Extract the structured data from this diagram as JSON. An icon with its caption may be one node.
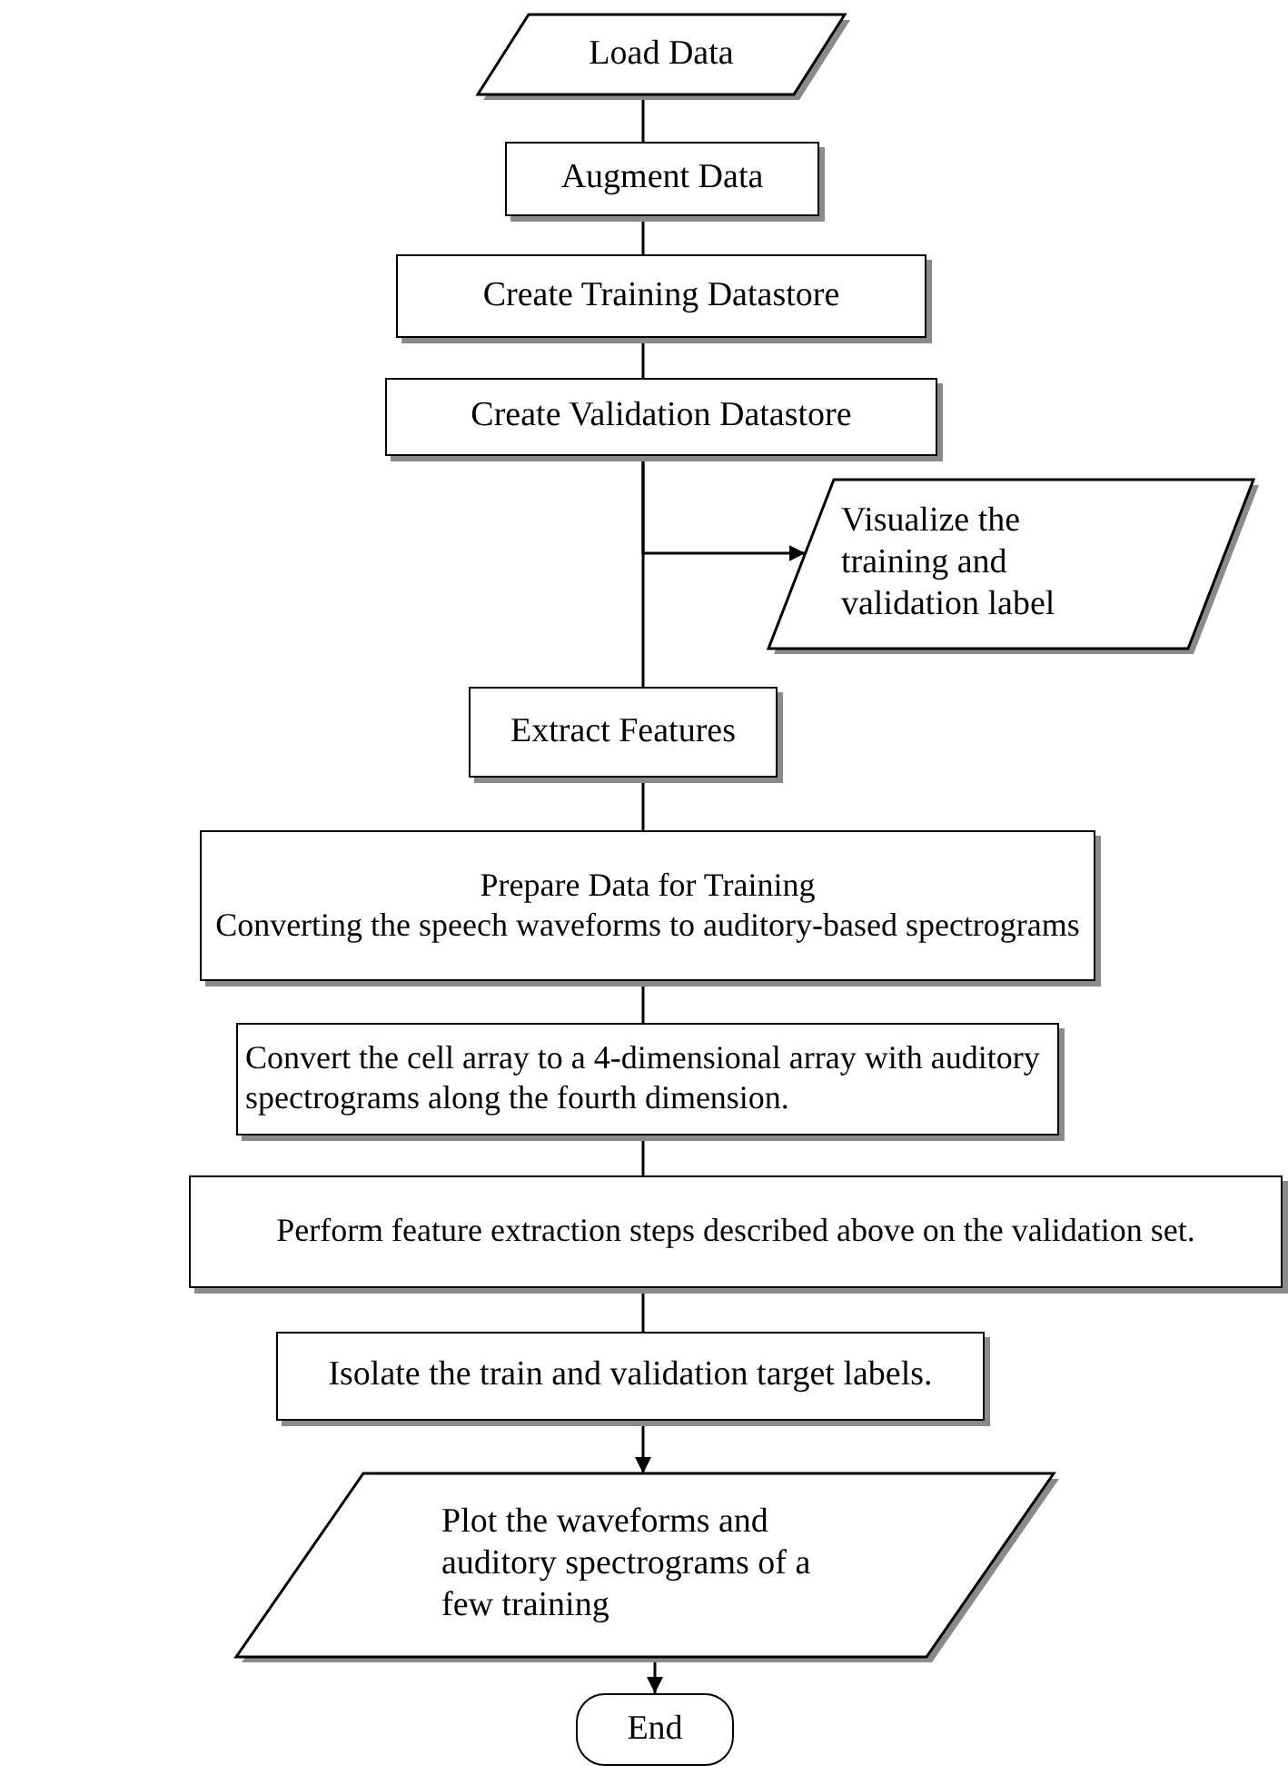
{
  "diagram": {
    "nodes": [
      {
        "text": [
          "Load Data"
        ]
      },
      {
        "text": [
          "Augment Data"
        ]
      },
      {
        "text": [
          "Create Training Datastore"
        ]
      },
      {
        "text": [
          "Create Validation Datastore"
        ]
      },
      {
        "text": [
          "Visualize the training and validation label"
        ]
      },
      {
        "text": [
          "Extract Features"
        ]
      },
      {
        "text": [
          "Prepare Data for Training",
          "Converting the speech waveforms to auditory-based spectrograms"
        ]
      },
      {
        "text": [
          "Convert the cell array to a 4-dimensional array with auditory spectrograms along the fourth dimension."
        ]
      },
      {
        "text": [
          "Perform feature extraction steps described above on the validation set."
        ]
      },
      {
        "text": [
          "Isolate the train and validation target labels."
        ]
      },
      {
        "text": [
          "Plot the waveforms and auditory spectrograms of a few training"
        ]
      },
      {
        "text": [
          "End"
        ]
      }
    ],
    "edges": [
      {
        "from": 0,
        "to": 1,
        "arrow": "none"
      },
      {
        "from": 1,
        "to": 2,
        "arrow": "none"
      },
      {
        "from": 2,
        "to": 3,
        "arrow": "none"
      },
      {
        "from": 3,
        "to": 4,
        "arrow": "to"
      },
      {
        "from": 3,
        "to": 5,
        "arrow": "none"
      },
      {
        "from": 5,
        "to": 6,
        "arrow": "none"
      },
      {
        "from": 6,
        "to": 7,
        "arrow": "none"
      },
      {
        "from": 7,
        "to": 8,
        "arrow": "none"
      },
      {
        "from": 8,
        "to": 9,
        "arrow": "none"
      },
      {
        "from": 9,
        "to": 10,
        "arrow": "to"
      },
      {
        "from": 10,
        "to": 11,
        "arrow": "to"
      }
    ]
  }
}
